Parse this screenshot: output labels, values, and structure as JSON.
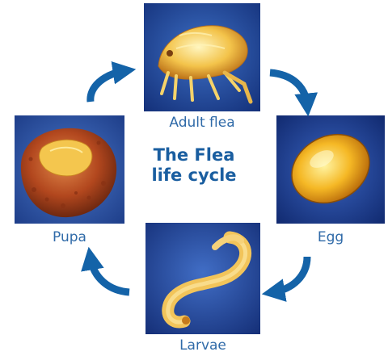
{
  "title": {
    "line1": "The Flea",
    "line2": "life cycle"
  },
  "stages": {
    "adult": "Adult flea",
    "egg": "Egg",
    "larvae": "Larvae",
    "pupa": "Pupa"
  },
  "colors": {
    "arrow": "#1463a8",
    "label": "#2f6aa8",
    "title": "#1a5ea0",
    "photo_background": "#1c3f8c"
  },
  "icons": [
    "flea-photo",
    "egg-photo",
    "larvae-photo",
    "pupa-photo",
    "cycle-arrow"
  ]
}
